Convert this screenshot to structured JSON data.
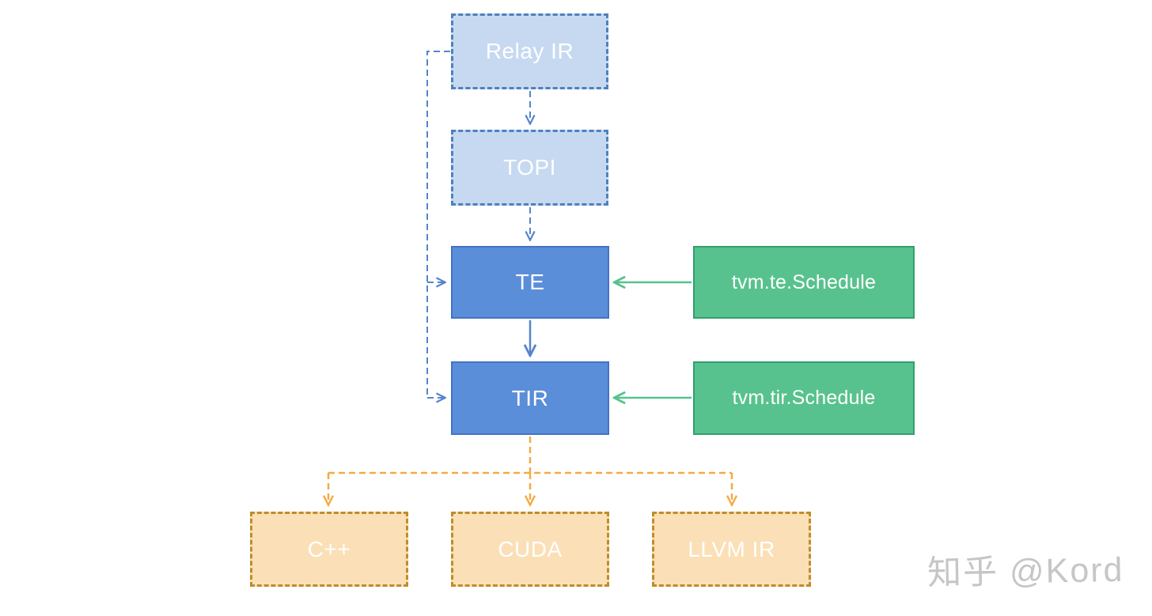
{
  "diagram": {
    "description": "TVM compilation flow diagram",
    "nodes": {
      "relay_ir": {
        "label": "Relay IR",
        "kind": "light-blue-dashed"
      },
      "topi": {
        "label": "TOPI",
        "kind": "light-blue-dashed"
      },
      "te": {
        "label": "TE",
        "kind": "blue-solid"
      },
      "tir": {
        "label": "TIR",
        "kind": "blue-solid"
      },
      "tvm_te_schedule": {
        "label": "tvm.te.Schedule",
        "kind": "green-solid"
      },
      "tvm_tir_schedule": {
        "label": "tvm.tir.Schedule",
        "kind": "green-solid"
      },
      "cpp": {
        "label": "C++",
        "kind": "orange-dashed"
      },
      "cuda": {
        "label": "CUDA",
        "kind": "orange-dashed"
      },
      "llvm_ir": {
        "label": "LLVM IR",
        "kind": "orange-dashed"
      }
    },
    "edges": [
      {
        "from": "relay_ir",
        "to": "topi",
        "style": "dashed-blue"
      },
      {
        "from": "topi",
        "to": "te",
        "style": "dashed-blue"
      },
      {
        "from": "relay_ir",
        "to": "te",
        "style": "dashed-blue-side"
      },
      {
        "from": "relay_ir",
        "to": "tir",
        "style": "dashed-blue-side"
      },
      {
        "from": "te",
        "to": "tir",
        "style": "solid-blue"
      },
      {
        "from": "tvm_te_schedule",
        "to": "te",
        "style": "solid-green"
      },
      {
        "from": "tvm_tir_schedule",
        "to": "tir",
        "style": "solid-green"
      },
      {
        "from": "tir",
        "to": "cpp",
        "style": "dashed-orange"
      },
      {
        "from": "tir",
        "to": "cuda",
        "style": "dashed-orange"
      },
      {
        "from": "tir",
        "to": "llvm_ir",
        "style": "dashed-orange"
      }
    ]
  },
  "watermark": {
    "text": "知乎 @Kord"
  },
  "colors": {
    "light_blue_fill": "#c7d9f1",
    "dashed_blue_border": "#4f81bd",
    "blue_fill": "#5b8ed8",
    "blue_border": "#4472c4",
    "arrow_blue": "#5585cb",
    "green_fill": "#57c28d",
    "green_border": "#31a06e",
    "arrow_green": "#57c28d",
    "orange_fill": "#fbdfb6",
    "orange_border": "#bd8e2a",
    "arrow_orange": "#f3ab44",
    "watermark_gray": "#c6c6c6"
  }
}
